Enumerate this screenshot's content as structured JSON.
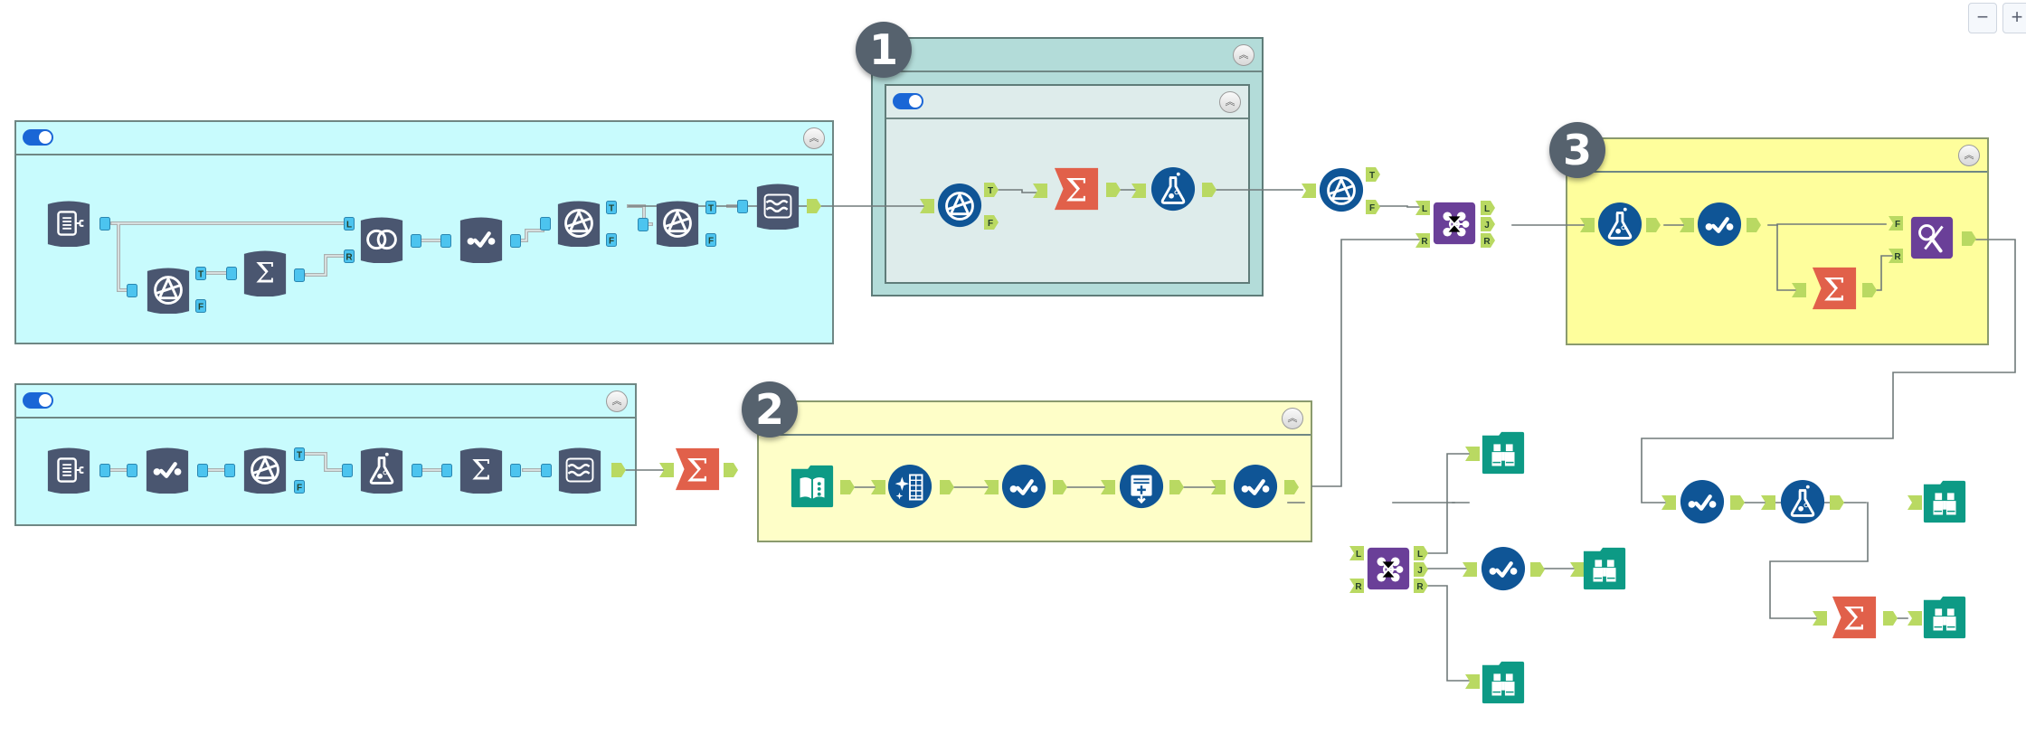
{
  "canvas": {
    "zoom_controls": {
      "zoom_out_label": "−",
      "zoom_in_label": "+"
    }
  },
  "containers": [
    {
      "id": "container-a",
      "style": "cyan",
      "toggle_on": true,
      "collapse_icon": "chevron-up-double-icon",
      "disabled_state": true,
      "tools": [
        "input-data",
        "filter",
        "summarize",
        "join",
        "select",
        "filter",
        "filter",
        "data-cleansing"
      ]
    },
    {
      "id": "container-b",
      "style": "cyan",
      "toggle_on": true,
      "collapse_icon": "chevron-up-double-icon",
      "disabled_state": true,
      "tools": [
        "input-data",
        "select",
        "filter",
        "formula",
        "summarize",
        "data-cleansing"
      ]
    },
    {
      "id": "container-1",
      "style": "teal",
      "badge": "1",
      "collapse_icon": "chevron-up-double-icon",
      "inner": {
        "toggle_on": true,
        "collapse_icon": "chevron-up-double-icon",
        "tools": [
          "filter",
          "summarize-in-db",
          "formula"
        ]
      }
    },
    {
      "id": "container-2",
      "style": "yellow-pale",
      "badge": "2",
      "collapse_icon": "chevron-up-double-icon",
      "tools": [
        "text-input",
        "auto-field",
        "select",
        "append-fields",
        "select"
      ]
    },
    {
      "id": "container-3",
      "style": "yellow",
      "badge": "3",
      "collapse_icon": "chevron-up-double-icon",
      "tools": [
        "formula",
        "select",
        "summarize-in-db",
        "find-replace"
      ]
    }
  ],
  "anchors": {
    "true": "T",
    "false": "F",
    "left": "L",
    "right": "R",
    "join": "J",
    "find": "F"
  },
  "colors": {
    "container_cyan": "#c8fbfd",
    "container_teal": "#b3dcd9",
    "container_yellow": "#fefe9c",
    "container_yellow_pale": "#fefec8",
    "disabled_tool": "#4a5670",
    "prep_tool_blue": "#0f5596",
    "join_purple": "#6a3f98",
    "in_db_orange": "#e1604a",
    "io_green": "#0d9a85",
    "anchor_green": "#b9d962",
    "anchor_disabled_blue": "#4cc4ef",
    "badge_gray": "#56626e",
    "toggle_blue": "#1a66d6"
  },
  "badges": [
    "1",
    "2",
    "3"
  ]
}
